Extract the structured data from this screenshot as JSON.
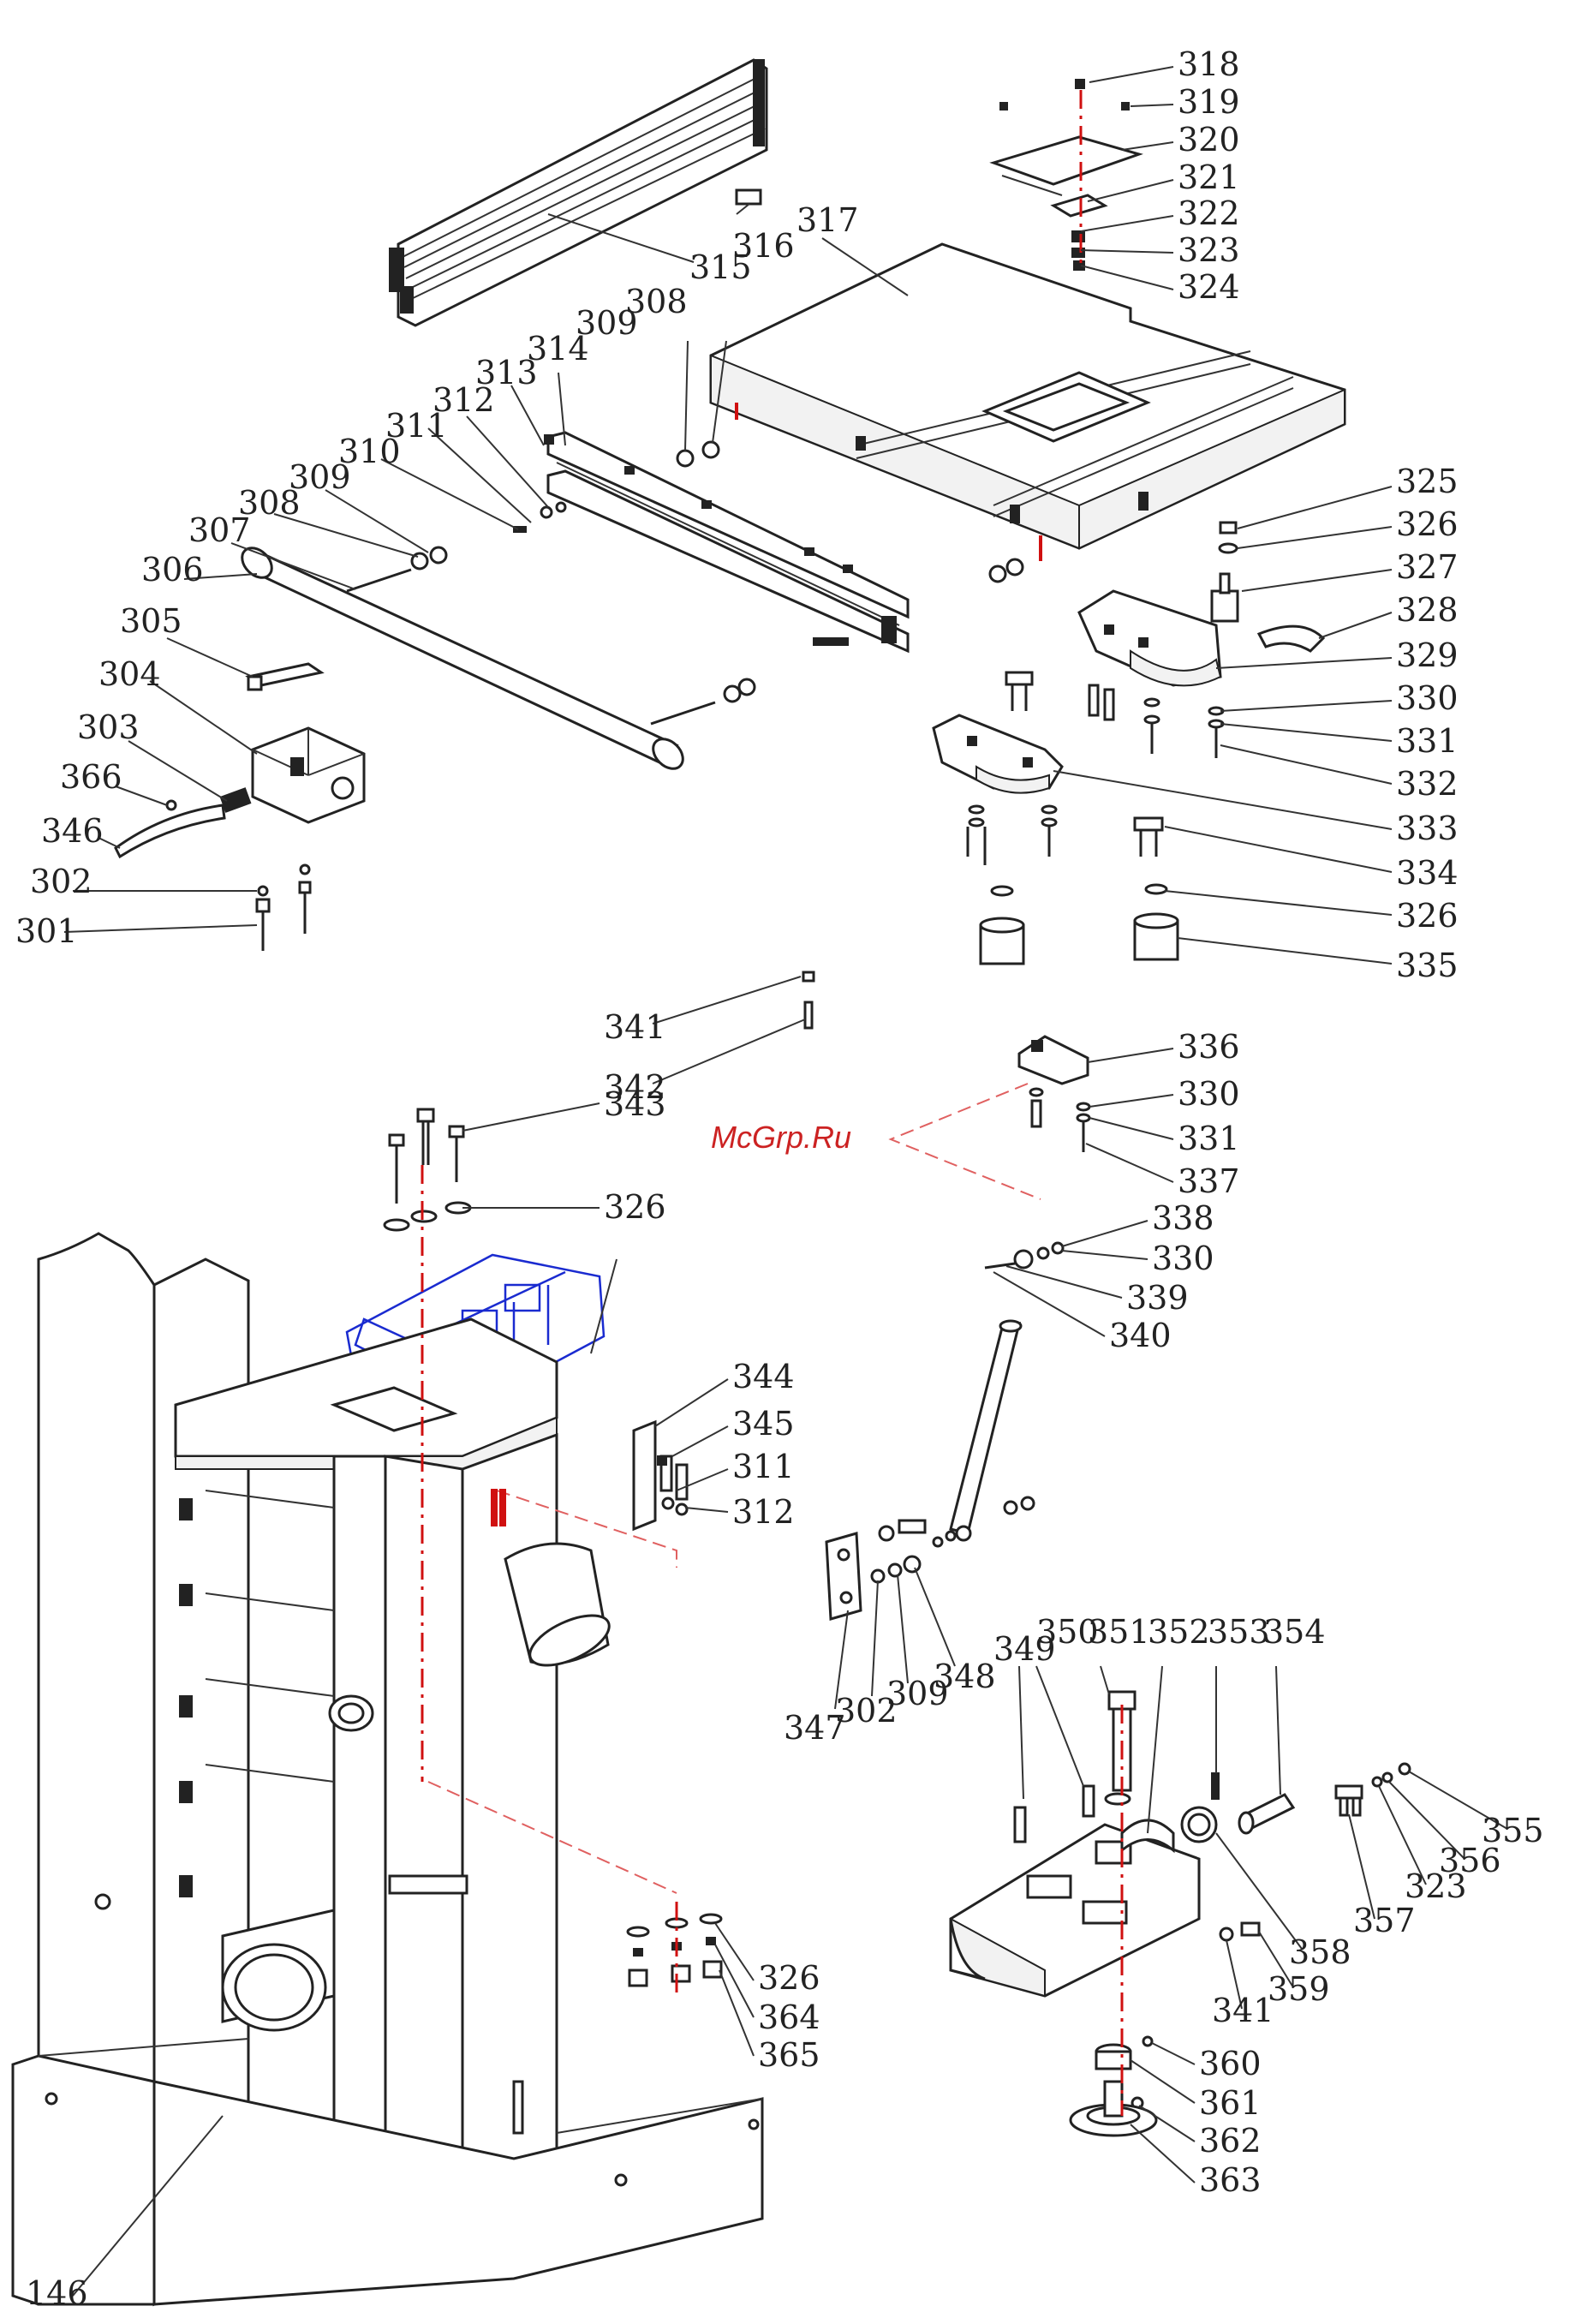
{
  "watermark": "McGrp.Ru",
  "callouts": [
    {
      "id": "318",
      "text": "318"
    },
    {
      "id": "319",
      "text": "319"
    },
    {
      "id": "320",
      "text": "320"
    },
    {
      "id": "321",
      "text": "321"
    },
    {
      "id": "322",
      "text": "322"
    },
    {
      "id": "323a",
      "text": "323"
    },
    {
      "id": "324",
      "text": "324"
    },
    {
      "id": "317",
      "text": "317"
    },
    {
      "id": "316",
      "text": "316"
    },
    {
      "id": "315",
      "text": "315"
    },
    {
      "id": "308a",
      "text": "308"
    },
    {
      "id": "309a",
      "text": "309"
    },
    {
      "id": "314",
      "text": "314"
    },
    {
      "id": "313",
      "text": "313"
    },
    {
      "id": "312a",
      "text": "312"
    },
    {
      "id": "311a",
      "text": "311"
    },
    {
      "id": "310",
      "text": "310"
    },
    {
      "id": "309b",
      "text": "309"
    },
    {
      "id": "308b",
      "text": "308"
    },
    {
      "id": "307",
      "text": "307"
    },
    {
      "id": "306",
      "text": "306"
    },
    {
      "id": "305",
      "text": "305"
    },
    {
      "id": "304",
      "text": "304"
    },
    {
      "id": "303",
      "text": "303"
    },
    {
      "id": "366",
      "text": "366"
    },
    {
      "id": "346",
      "text": "346"
    },
    {
      "id": "302a",
      "text": "302"
    },
    {
      "id": "301",
      "text": "301"
    },
    {
      "id": "325",
      "text": "325"
    },
    {
      "id": "326a",
      "text": "326"
    },
    {
      "id": "327",
      "text": "327"
    },
    {
      "id": "328",
      "text": "328"
    },
    {
      "id": "329",
      "text": "329"
    },
    {
      "id": "330a",
      "text": "330"
    },
    {
      "id": "331a",
      "text": "331"
    },
    {
      "id": "332",
      "text": "332"
    },
    {
      "id": "333",
      "text": "333"
    },
    {
      "id": "334",
      "text": "334"
    },
    {
      "id": "326b",
      "text": "326"
    },
    {
      "id": "335",
      "text": "335"
    },
    {
      "id": "341a",
      "text": "341"
    },
    {
      "id": "342",
      "text": "342"
    },
    {
      "id": "336",
      "text": "336"
    },
    {
      "id": "330b",
      "text": "330"
    },
    {
      "id": "331b",
      "text": "331"
    },
    {
      "id": "337",
      "text": "337"
    },
    {
      "id": "343",
      "text": "343"
    },
    {
      "id": "326c",
      "text": "326"
    },
    {
      "id": "338",
      "text": "338"
    },
    {
      "id": "330c",
      "text": "330"
    },
    {
      "id": "339",
      "text": "339"
    },
    {
      "id": "340",
      "text": "340"
    },
    {
      "id": "344",
      "text": "344"
    },
    {
      "id": "345",
      "text": "345"
    },
    {
      "id": "311b",
      "text": "311"
    },
    {
      "id": "312b",
      "text": "312"
    },
    {
      "id": "347",
      "text": "347"
    },
    {
      "id": "302b",
      "text": "302"
    },
    {
      "id": "309c",
      "text": "309"
    },
    {
      "id": "348",
      "text": "348"
    },
    {
      "id": "349",
      "text": "349"
    },
    {
      "id": "350",
      "text": "350"
    },
    {
      "id": "351",
      "text": "351"
    },
    {
      "id": "352",
      "text": "352"
    },
    {
      "id": "353",
      "text": "353"
    },
    {
      "id": "354",
      "text": "354"
    },
    {
      "id": "355",
      "text": "355"
    },
    {
      "id": "356",
      "text": "356"
    },
    {
      "id": "323b",
      "text": "323"
    },
    {
      "id": "357",
      "text": "357"
    },
    {
      "id": "358",
      "text": "358"
    },
    {
      "id": "359",
      "text": "359"
    },
    {
      "id": "341b",
      "text": "341"
    },
    {
      "id": "326d",
      "text": "326"
    },
    {
      "id": "364",
      "text": "364"
    },
    {
      "id": "365",
      "text": "365"
    },
    {
      "id": "360",
      "text": "360"
    },
    {
      "id": "361",
      "text": "361"
    },
    {
      "id": "362",
      "text": "362"
    },
    {
      "id": "363",
      "text": "363"
    },
    {
      "id": "146",
      "text": "146"
    }
  ]
}
